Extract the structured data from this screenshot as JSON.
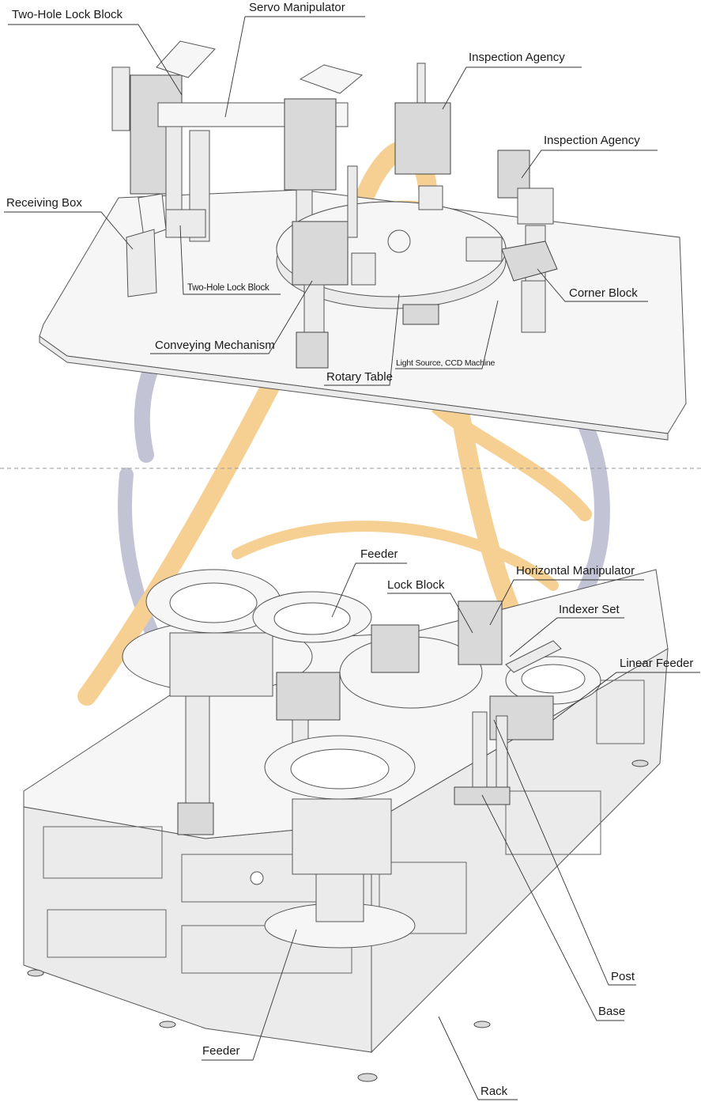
{
  "labels": {
    "two_hole_lock_block_top": "Two-Hole Lock Block",
    "servo_manipulator": "Servo Manipulator",
    "inspection_agency_1": "Inspection Agency",
    "inspection_agency_2": "Inspection Agency",
    "receiving_box": "Receiving Box",
    "two_hole_lock_block_mid": "Two-Hole Lock Block",
    "corner_block": "Corner Block",
    "conveying_mechanism": "Conveying Mechanism",
    "light_source_ccd": "Light Source, CCD Machine",
    "rotary_table": "Rotary Table",
    "feeder_top": "Feeder",
    "lock_block": "Lock Block",
    "horizontal_manipulator": "Horizontal Manipulator",
    "indexer_set": "Indexer Set",
    "linear_feeder": "Linear Feeder",
    "post": "Post",
    "base": "Base",
    "feeder_bottom": "Feeder",
    "rack": "Rack"
  },
  "colors": {
    "watermark_orange": "#f5c880",
    "watermark_gray": "#b9b9cf",
    "line": "#333333"
  }
}
